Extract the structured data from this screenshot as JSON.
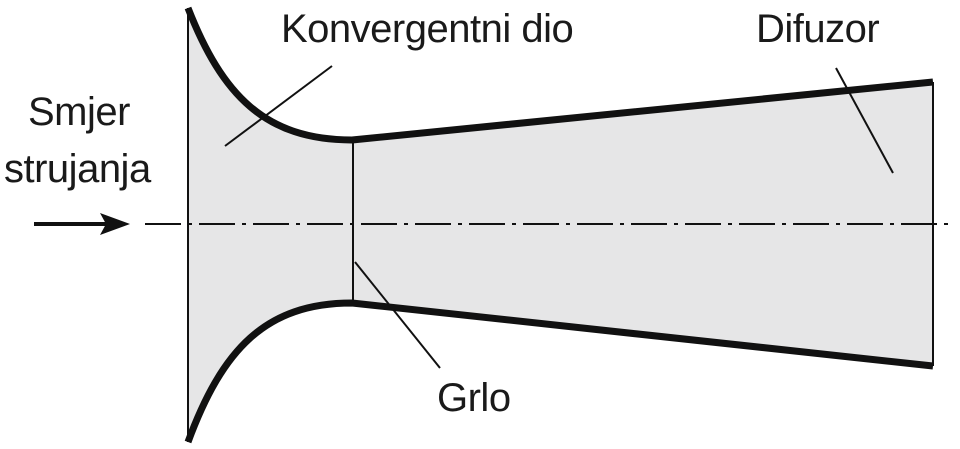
{
  "labels": {
    "convergent": "Konvergentni dio",
    "diffuser": "Difuzor",
    "flow_line1": "Smjer",
    "flow_line2": "strujanja",
    "throat": "Grlo"
  },
  "colors": {
    "fill": "#e6e6e7",
    "wall": "#111111",
    "line": "#111111"
  }
}
